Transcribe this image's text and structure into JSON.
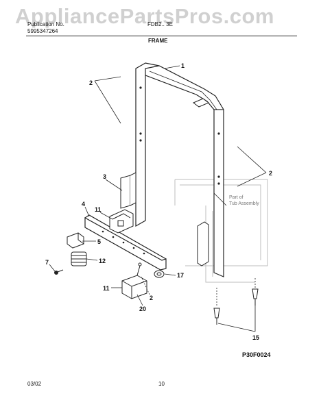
{
  "watermark": "AppliancePartsPros.com",
  "header": {
    "publication_label": "Publication No.",
    "publication_number": "5995347264",
    "model": "FDB2.. 3E",
    "section_title": "FRAME"
  },
  "callouts": {
    "c1": "1",
    "c2_left": "2",
    "c2_right": "2",
    "c2_bottom": "2",
    "c3": "3",
    "c4": "4",
    "c5": "5",
    "c7": "7",
    "c11_top": "11",
    "c11_bottom": "11",
    "c12": "12",
    "c15": "15",
    "c17": "17",
    "c20": "20"
  },
  "note": {
    "line1": "Part of",
    "line2": "Tub Assembly"
  },
  "diagram_code": "P30F0024",
  "footer": {
    "date": "03/02",
    "page": "10"
  }
}
